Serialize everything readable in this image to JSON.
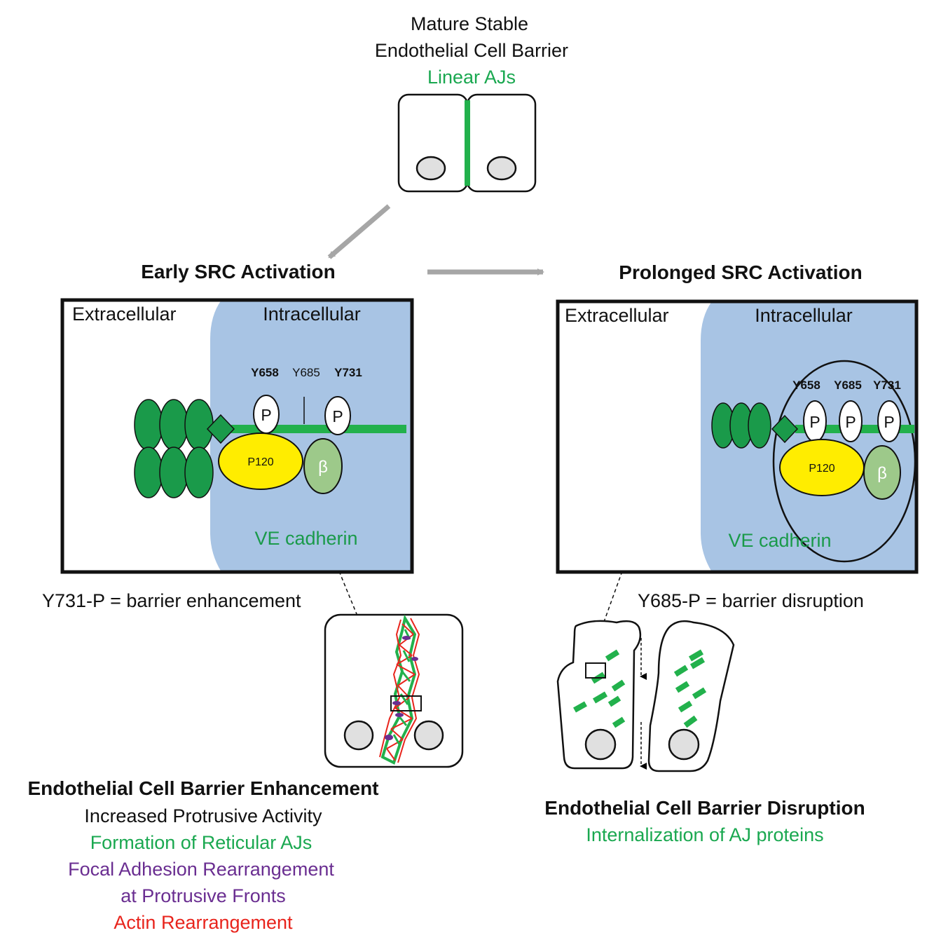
{
  "colors": {
    "green_text": "#1aa850",
    "cadherin_green": "#1a9a4a",
    "junction_green": "#22b14c",
    "purple": "#6a2e91",
    "red": "#e8241c",
    "intracellular_blue": "#a8c4e4",
    "p120_yellow": "#ffed00",
    "beta_green": "#9dc98a",
    "arrow_gray": "#a6a6a6",
    "nucleus_gray": "#e0e0e0"
  },
  "top": {
    "title_line1": "Mature Stable",
    "title_line2": "Endothelial Cell Barrier",
    "subtitle": "Linear AJs"
  },
  "early": {
    "heading": "Early SRC Activation",
    "extracellular_label": "Extracellular",
    "intracellular_label": "Intracellular",
    "sites": [
      "Y658",
      "Y685",
      "Y731"
    ],
    "p_label": "P",
    "p120_label": "P120",
    "beta_label": "β",
    "cadherin_label": "VE cadherin",
    "equation": "Y731-P = barrier enhancement"
  },
  "prolonged": {
    "heading": "Prolonged SRC Activation",
    "extracellular_label": "Extracellular",
    "intracellular_label": "Intracellular",
    "sites": [
      "Y658",
      "Y685",
      "Y731"
    ],
    "p_label": "P",
    "p120_label": "P120",
    "beta_label": "β",
    "cadherin_label": "VE cadherin",
    "equation": "Y685-P = barrier disruption"
  },
  "enhancement": {
    "title": "Endothelial Cell Barrier Enhancement",
    "line1": "Increased Protrusive Activity",
    "line2": "Formation of Reticular AJs",
    "line3": "Focal Adhesion Rearrangement",
    "line4": "at Protrusive Fronts",
    "line5": "Actin Rearrangement"
  },
  "disruption": {
    "title": "Endothelial Cell Barrier Disruption",
    "line1": "Internalization of AJ proteins"
  }
}
